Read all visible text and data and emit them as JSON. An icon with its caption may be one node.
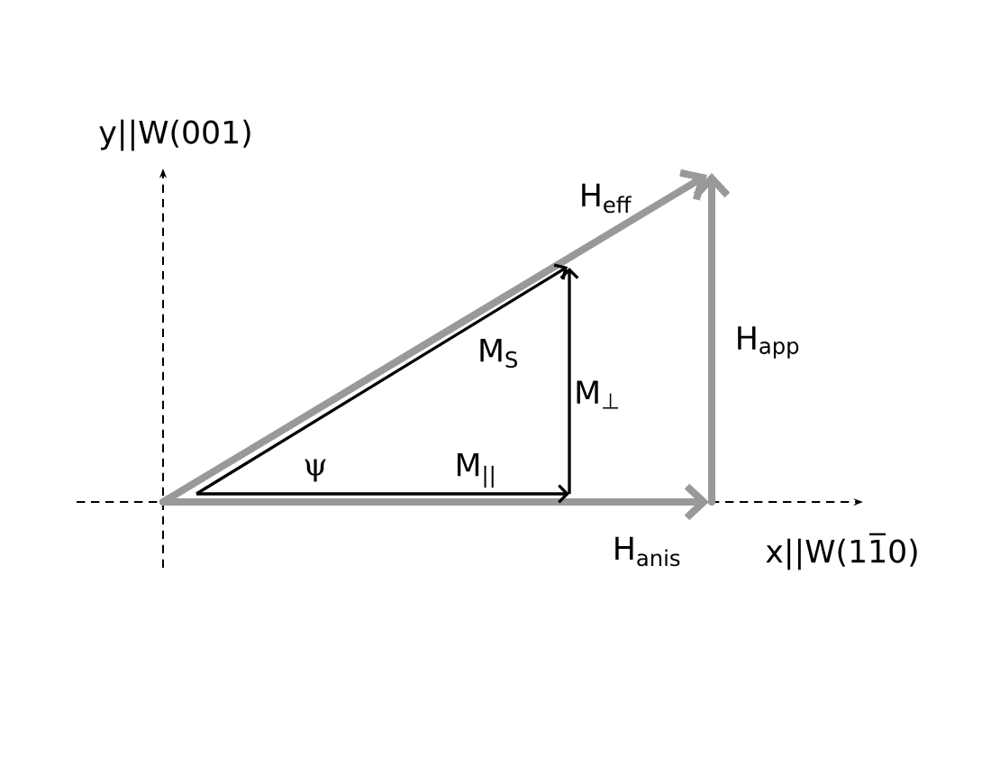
{
  "diagram": {
    "labels": [
      "y||W(001)",
      "H$_{eff}$",
      "M$_{S}$",
      "M$_{⊥}$",
      "H$_{app}$",
      "ψ",
      "M$_{||}$",
      "H$_{anis}$",
      "x||W(11̅0)"
    ]
  }
}
